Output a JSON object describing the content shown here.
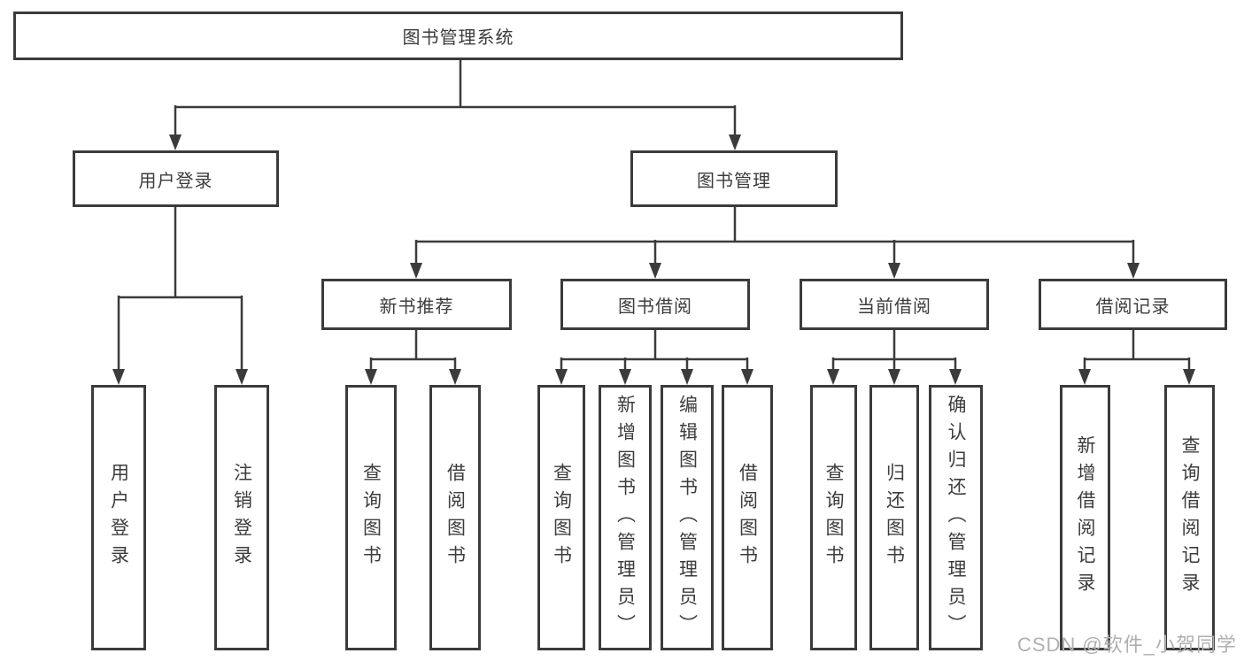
{
  "diagram": {
    "root": "图书管理系统",
    "branches": {
      "user_login": "用户登录",
      "book_mgmt": "图书管理"
    },
    "modules": [
      "新书推荐",
      "图书借阅",
      "当前借阅",
      "借阅记录"
    ],
    "leaves": [
      "用户登录",
      "注销登录",
      "查询图书",
      "借阅图书",
      "查询图书",
      "新增图书（管理员）",
      "编辑图书（管理员）",
      "借阅图书",
      "查询图书",
      "归还图书",
      "确认归还（管理员）",
      "新增借阅记录",
      "查询借阅记录"
    ]
  },
  "watermark": "CSDN @软件_小贺同学",
  "colors": {
    "line": "#3b3b3b",
    "text": "#3c3c3c",
    "watermark": "#b0b0b0",
    "background": "#ffffff"
  }
}
